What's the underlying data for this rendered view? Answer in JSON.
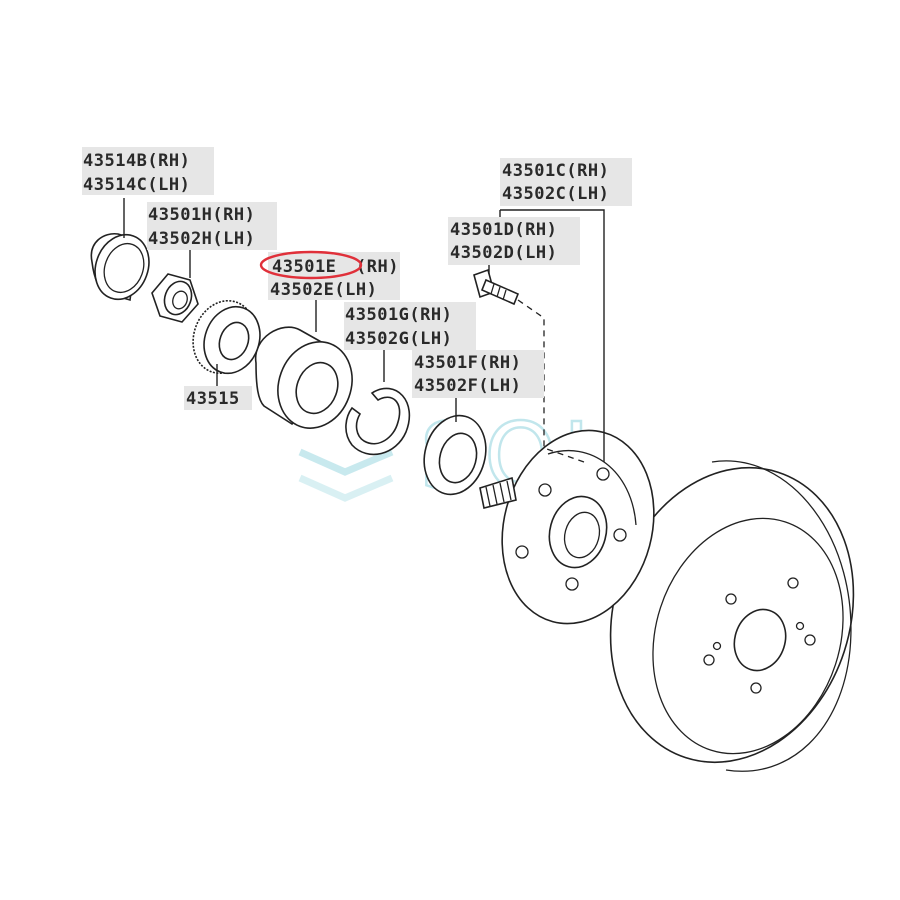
{
  "labels": {
    "l_43514": {
      "rh": "43514B(RH)",
      "lh": "43514C(LH)"
    },
    "l_43501h": {
      "rh": "43501H(RH)",
      "lh": "43502H(LH)"
    },
    "l_43501e": {
      "part": "43501E",
      "rh_suffix": "(RH)",
      "lh": "43502E(LH)"
    },
    "l_43501g": {
      "rh": "43501G(RH)",
      "lh": "43502G(LH)"
    },
    "l_43501f": {
      "rh": "43501F(RH)",
      "lh": "43502F(LH)"
    },
    "l_43501d": {
      "rh": "43501D(RH)",
      "lh": "43502D(LH)"
    },
    "l_43501c": {
      "rh": "43501C(RH)",
      "lh": "43502C(LH)"
    },
    "l_43515": "43515"
  },
  "watermark": {
    "text": "SOL",
    "color": "#8fd3de"
  },
  "colors": {
    "highlight": "#e0303a",
    "label_bg": "#e6e6e6",
    "line": "#222222"
  }
}
